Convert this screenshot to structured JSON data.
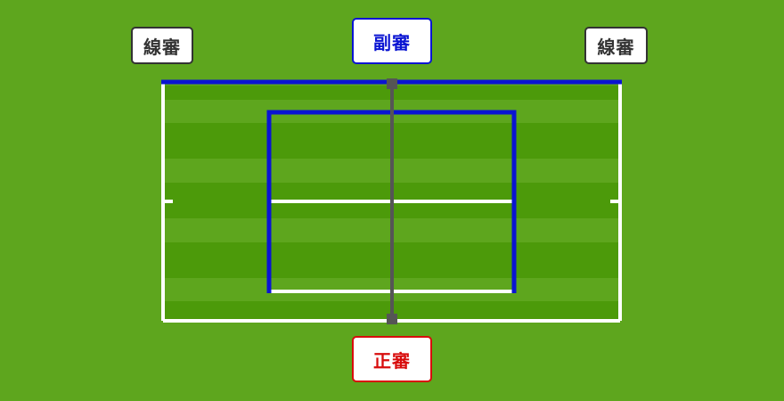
{
  "labels": {
    "line_judge_left": "線審",
    "umpire": "副審",
    "line_judge_right": "線審",
    "chair_umpire": "正審"
  },
  "colors": {
    "background": "#5ea61e",
    "court_stripe_dark": "#4c9a0a",
    "court_stripe_light": "#5ea61e",
    "court_lines": "#ffffff",
    "highlight_lines": "#0a14d2",
    "net": "#555555",
    "line_judge": "#333333",
    "umpire": "#0a14d2",
    "chair_umpire": "#d80c0c"
  }
}
